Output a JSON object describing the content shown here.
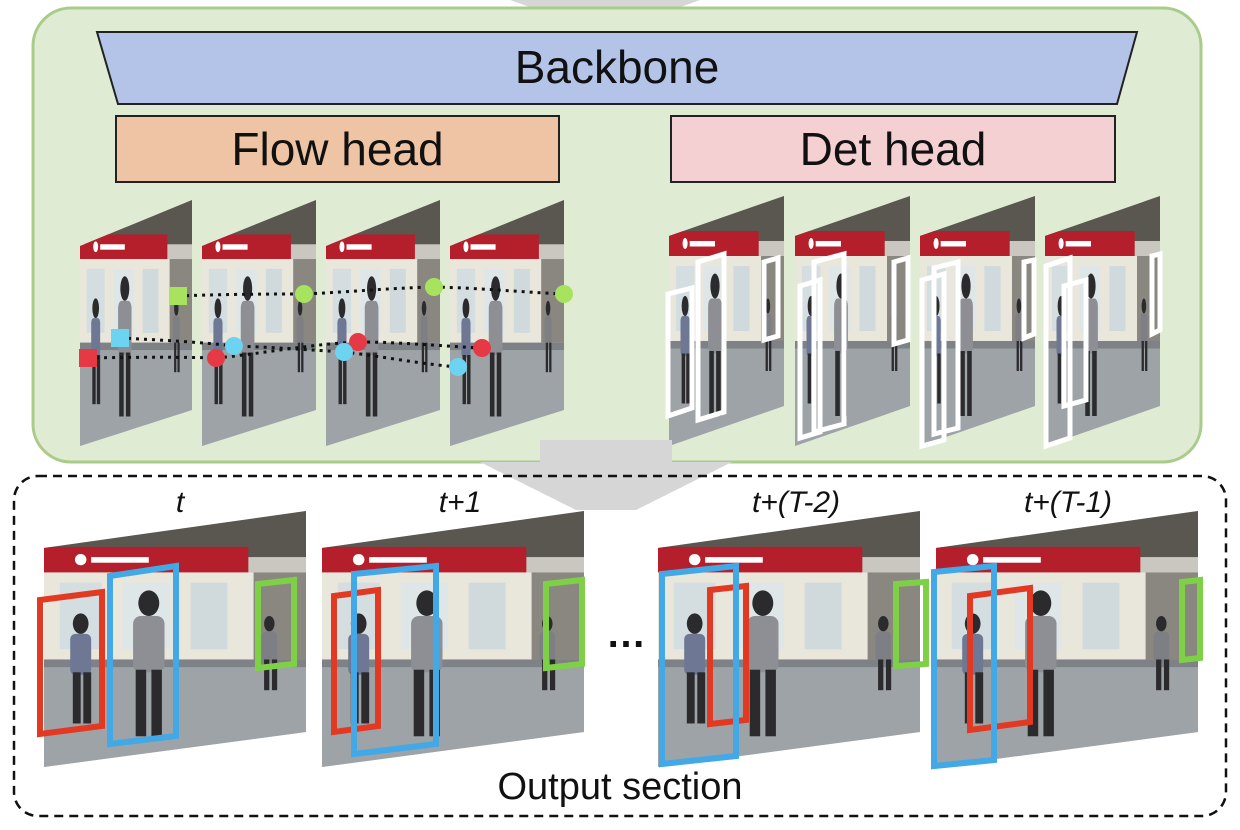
{
  "backbone": {
    "label": "Backbone",
    "color": "#b4c3e8"
  },
  "flow_head": {
    "label": "Flow head",
    "color": "#efc4a4"
  },
  "det_head": {
    "label": "Det head",
    "color": "#f5d0d2"
  },
  "model_panel": {
    "fill": "#e0ebd4",
    "border": "#a9cc8a"
  },
  "frames": {
    "t": "t",
    "t1": "t+1",
    "tT2": "t+(T-2)",
    "tT1": "t+(T-1)",
    "ellipsis": "…"
  },
  "output": {
    "label": "Output section"
  },
  "colors": {
    "box_red": "#e23a22",
    "box_blue": "#42a8e6",
    "box_green": "#7ed046",
    "track_red": "#e63946",
    "track_cyan": "#6cd3f0",
    "track_green": "#a7e35f",
    "store_sign": "#b91e2a"
  }
}
